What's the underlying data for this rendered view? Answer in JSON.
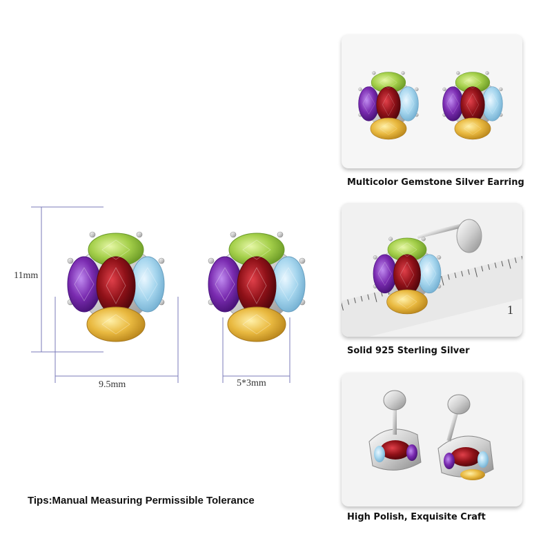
{
  "measurements": {
    "height_label": "11mm",
    "width_label": "9.5mm",
    "stone_label": "5*3mm"
  },
  "tips": "Tips:Manual Measuring Permissible Tolerance",
  "panels": [
    {
      "caption": "Multicolor Gemstone Silver Earring"
    },
    {
      "caption": "Solid 925 Sterling Silver",
      "ruler_mark": "1"
    },
    {
      "caption": "High Polish, Exquisite Craft"
    }
  ],
  "colors": {
    "peridot": "#a4cf4a",
    "amethyst": "#7a2bb0",
    "garnet": "#8f1118",
    "topaz": "#a6d6ee",
    "citrine": "#e9b940",
    "silver": "#d8d8d8",
    "dimension_line": "#7a7ab8"
  }
}
